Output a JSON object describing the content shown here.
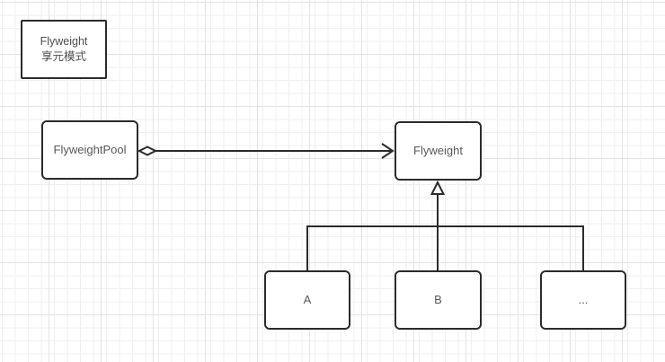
{
  "canvas": {
    "background": "#ffffff",
    "grid_minor_color": "#efefef",
    "grid_major_color": "#e3e3e3"
  },
  "diagram": {
    "title_node": {
      "line1": "Flyweight",
      "line2": "享元模式"
    },
    "nodes": {
      "pool": {
        "label": "FlyweightPool"
      },
      "flyweight": {
        "label": "Flyweight"
      },
      "a": {
        "label": "A"
      },
      "b": {
        "label": "B"
      },
      "more": {
        "label": "..."
      }
    },
    "edges": {
      "aggregation": {
        "type": "aggregation",
        "from": "FlyweightPool",
        "to": "Flyweight"
      },
      "generalization": {
        "type": "generalization",
        "parent": "Flyweight",
        "children": [
          "A",
          "B",
          "..."
        ]
      }
    },
    "colors": {
      "shape_border": "#2b2b2b",
      "label_text": "#595959",
      "shape_fill": "#ffffff"
    }
  }
}
